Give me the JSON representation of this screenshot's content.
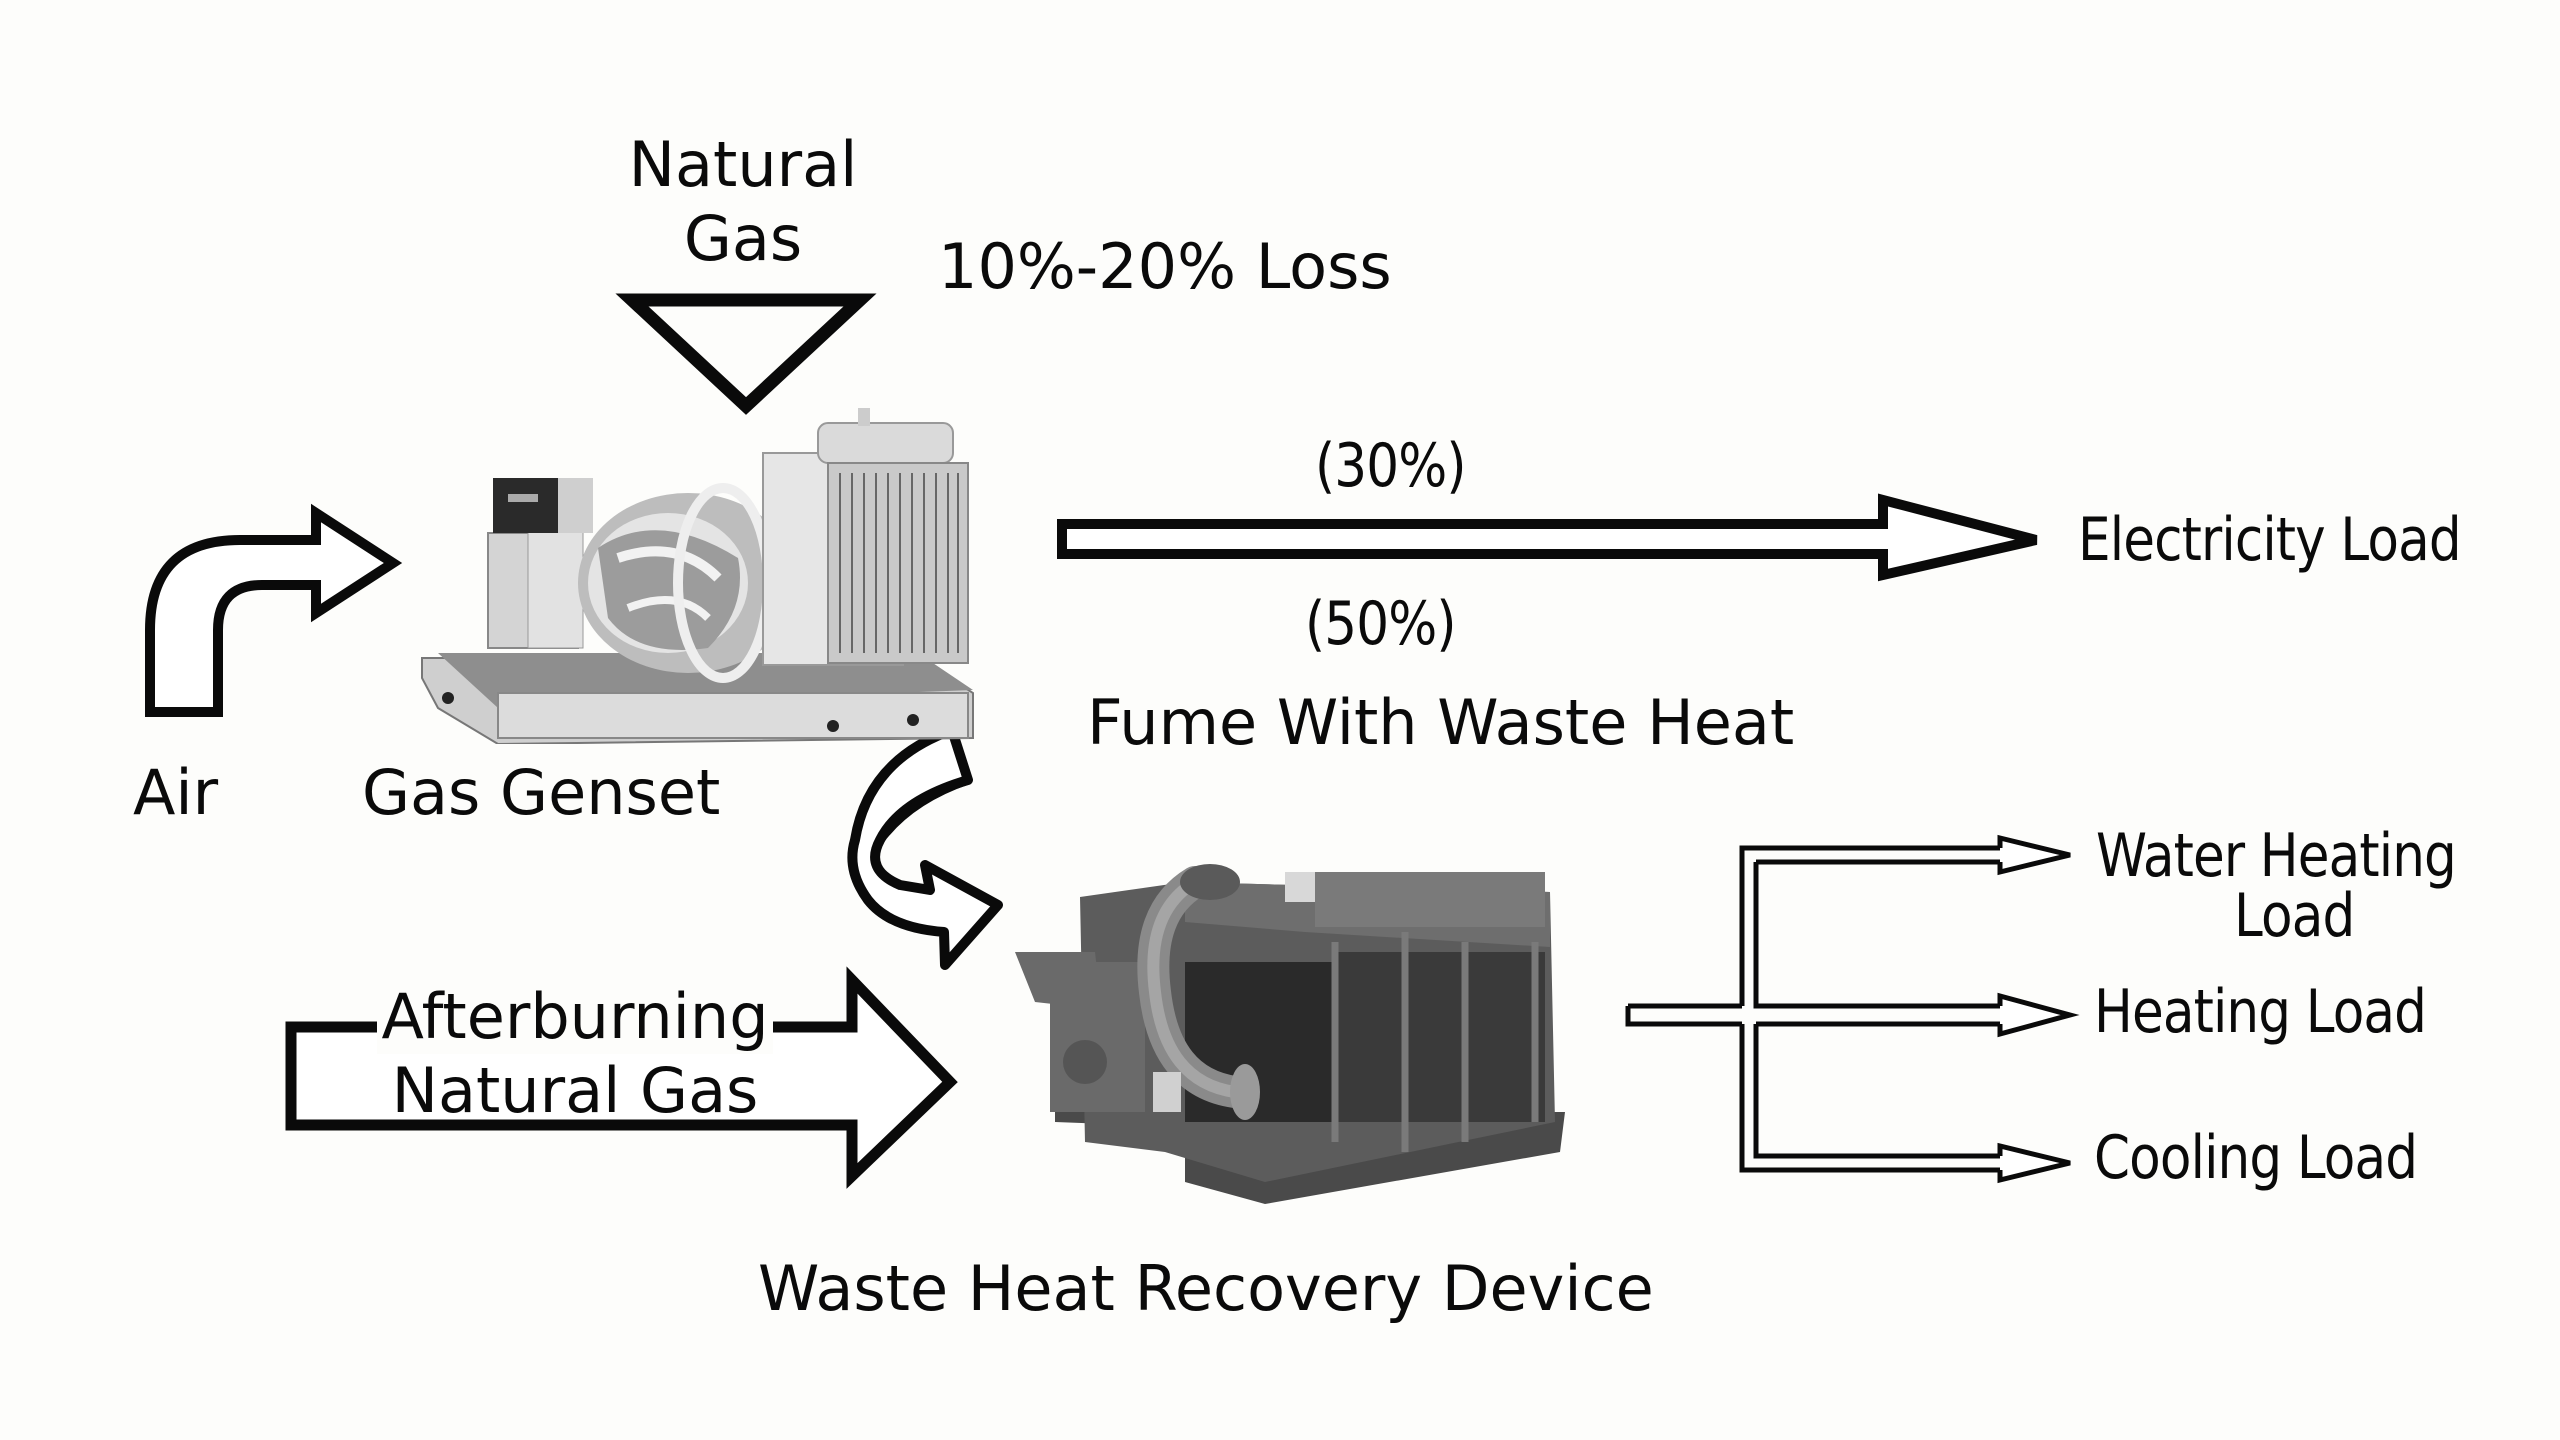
{
  "diagram": {
    "inputs": {
      "natural_gas": [
        "Natural",
        "Gas"
      ],
      "air": "Air",
      "afterburning": [
        "Afterburning",
        "Natural Gas"
      ]
    },
    "components": {
      "genset": "Gas Genset",
      "recovery": "Waste Heat Recovery Device"
    },
    "flows": {
      "loss": "10%-20% Loss",
      "electricity_share": "(30%)",
      "fume_share": "(50%)",
      "fume_label": "Fume With Waste Heat"
    },
    "outputs": {
      "electricity": "Electricity Load",
      "water_heating": [
        "Water Heating",
        "Load"
      ],
      "heating": "Heating Load",
      "cooling": "Cooling Load"
    }
  }
}
